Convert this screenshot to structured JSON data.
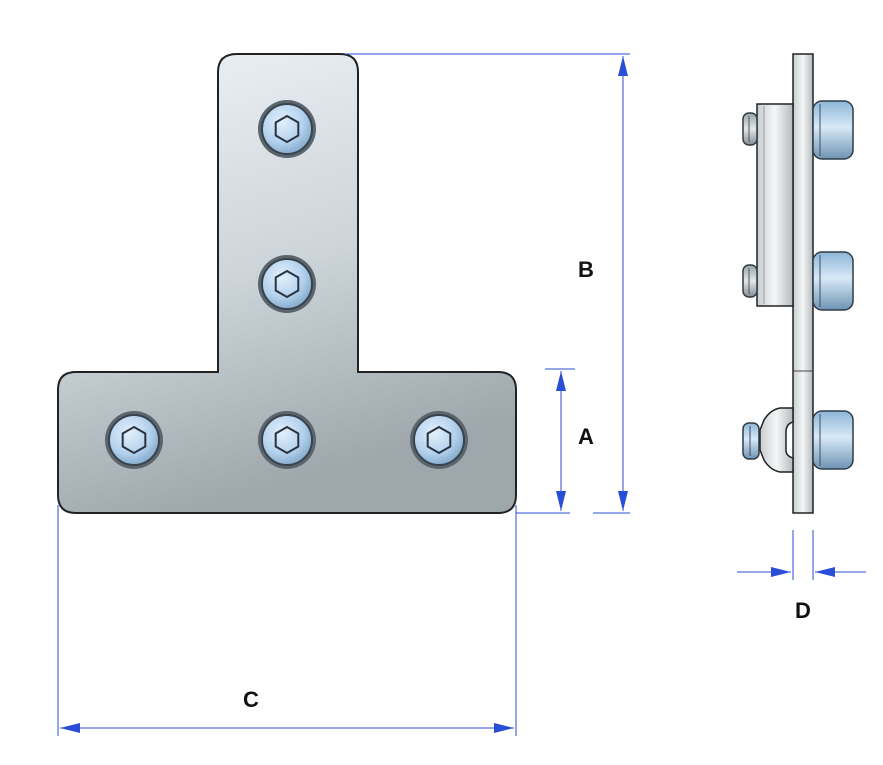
{
  "labels": {
    "a": "A",
    "b": "B",
    "c": "C",
    "d": "D"
  },
  "colors": {
    "dimension_line": "#2a4fd6",
    "plate_fill_light": "#e6ecf2",
    "plate_fill_dark": "#a8b0b4",
    "plate_outline": "#222222",
    "screw_fill": "#b4d2ee",
    "screw_ring": "#4a5560",
    "label_text": "#111111"
  },
  "icons": {
    "screw_head": "hex-socket-screw-icon"
  }
}
